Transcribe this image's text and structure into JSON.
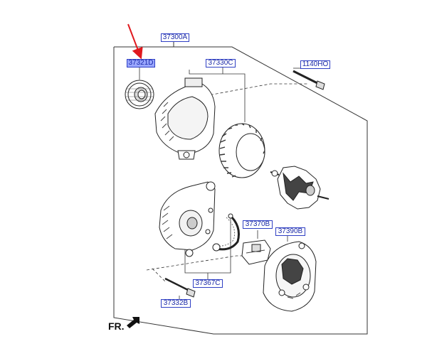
{
  "callouts": {
    "assembly": "37300A",
    "pulley": "37321D",
    "front_bracket": "37330C",
    "bolt": "1140HO",
    "regulator": "37370B",
    "rear_cover": "37390B",
    "rectifier": "37367C",
    "stud_bolt": "37332B"
  },
  "front_indicator": "FR.",
  "colors": {
    "callout_border": "#2f3fc4",
    "callout_text": "#1b2aa8",
    "highlight": "#9aa7ff",
    "pointer_arrow": "#e0191e",
    "line": "#333333"
  },
  "highlighted_part": "37321D"
}
